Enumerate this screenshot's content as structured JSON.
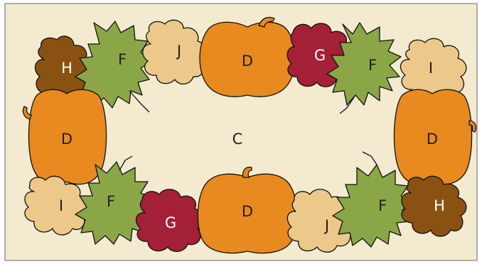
{
  "colors": {
    "background": "#f4ead0",
    "pumpkin": "#e88a1f",
    "green_leaf": "#8aa647",
    "tan_leaf": "#ecc98a",
    "red_leaf": "#a32036",
    "brown_leaf": "#8a5212"
  },
  "center_label": "C",
  "shapes": [
    {
      "id": "brown-leaf-top-left",
      "kind": "brown-leaf",
      "label": "H"
    },
    {
      "id": "green-leaf-top-left",
      "kind": "green-leaf",
      "label": "F"
    },
    {
      "id": "tan-leaf-top-left",
      "kind": "tan-leaf",
      "label": "J"
    },
    {
      "id": "pumpkin-top",
      "kind": "pumpkin",
      "label": "D"
    },
    {
      "id": "red-leaf-top-right",
      "kind": "red-leaf",
      "label": "G"
    },
    {
      "id": "green-leaf-top-right",
      "kind": "green-leaf",
      "label": "F"
    },
    {
      "id": "tan-leaf-top-right",
      "kind": "tan-leaf",
      "label": "I"
    },
    {
      "id": "pumpkin-left",
      "kind": "pumpkin",
      "label": "D"
    },
    {
      "id": "pumpkin-right",
      "kind": "pumpkin",
      "label": "D"
    },
    {
      "id": "tan-leaf-bottom-left",
      "kind": "tan-leaf",
      "label": "I"
    },
    {
      "id": "green-leaf-bottom-left",
      "kind": "green-leaf",
      "label": "F"
    },
    {
      "id": "red-leaf-bottom-left",
      "kind": "red-leaf",
      "label": "G"
    },
    {
      "id": "pumpkin-bottom",
      "kind": "pumpkin",
      "label": "D"
    },
    {
      "id": "tan-leaf-bottom-right",
      "kind": "tan-leaf",
      "label": "J"
    },
    {
      "id": "green-leaf-bottom-right",
      "kind": "green-leaf",
      "label": "F"
    },
    {
      "id": "brown-leaf-bottom-right",
      "kind": "brown-leaf",
      "label": "H"
    }
  ]
}
